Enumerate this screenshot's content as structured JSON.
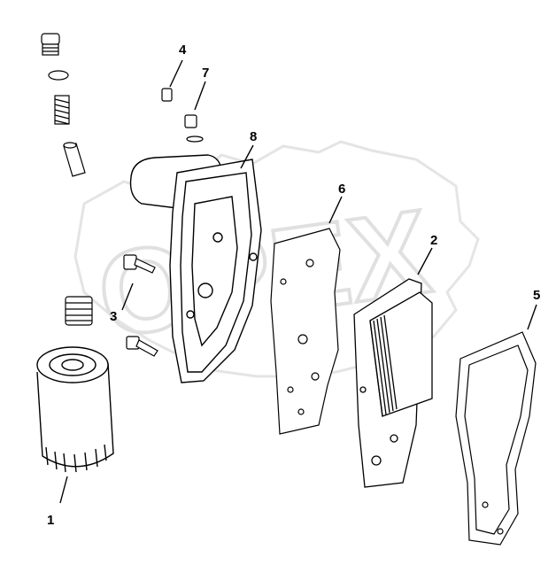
{
  "diagram": {
    "callouts": [
      {
        "id": "1",
        "label": "1"
      },
      {
        "id": "2",
        "label": "2"
      },
      {
        "id": "3",
        "label": "3"
      },
      {
        "id": "4",
        "label": "4"
      },
      {
        "id": "5",
        "label": "5"
      },
      {
        "id": "6",
        "label": "6"
      },
      {
        "id": "7",
        "label": "7"
      },
      {
        "id": "8",
        "label": "8"
      }
    ],
    "watermark": {
      "text": "OPEX"
    }
  }
}
